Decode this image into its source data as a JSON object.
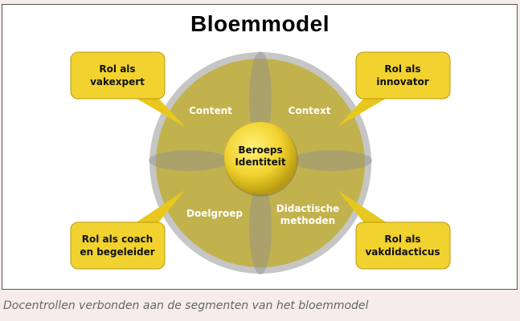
{
  "title": "Bloemmodel",
  "center": {
    "line1": "Beroeps",
    "line2": "Identiteit"
  },
  "segments": {
    "content": "Content",
    "context": "Context",
    "doelgroep": "Doelgroep",
    "didactische_1": "Didactische",
    "didactische_2": "methoden"
  },
  "roles": {
    "vakexpert": {
      "line1": "Rol als",
      "line2": "vakexpert"
    },
    "innovator": {
      "line1": "Rol als",
      "line2": "innovator"
    },
    "coach": {
      "line1": "Rol als coach",
      "line2": "en begeleider"
    },
    "vakdidacticus": {
      "line1": "Rol als",
      "line2": "vakdidacticus"
    }
  },
  "caption": "Docentrollen verbonden aan de segmenten van het bloemmodel",
  "colors": {
    "yellow": "#f2d22e",
    "olive": "#c2b24e",
    "ring": "#c6c6c6",
    "petal": "#a9a06e"
  }
}
